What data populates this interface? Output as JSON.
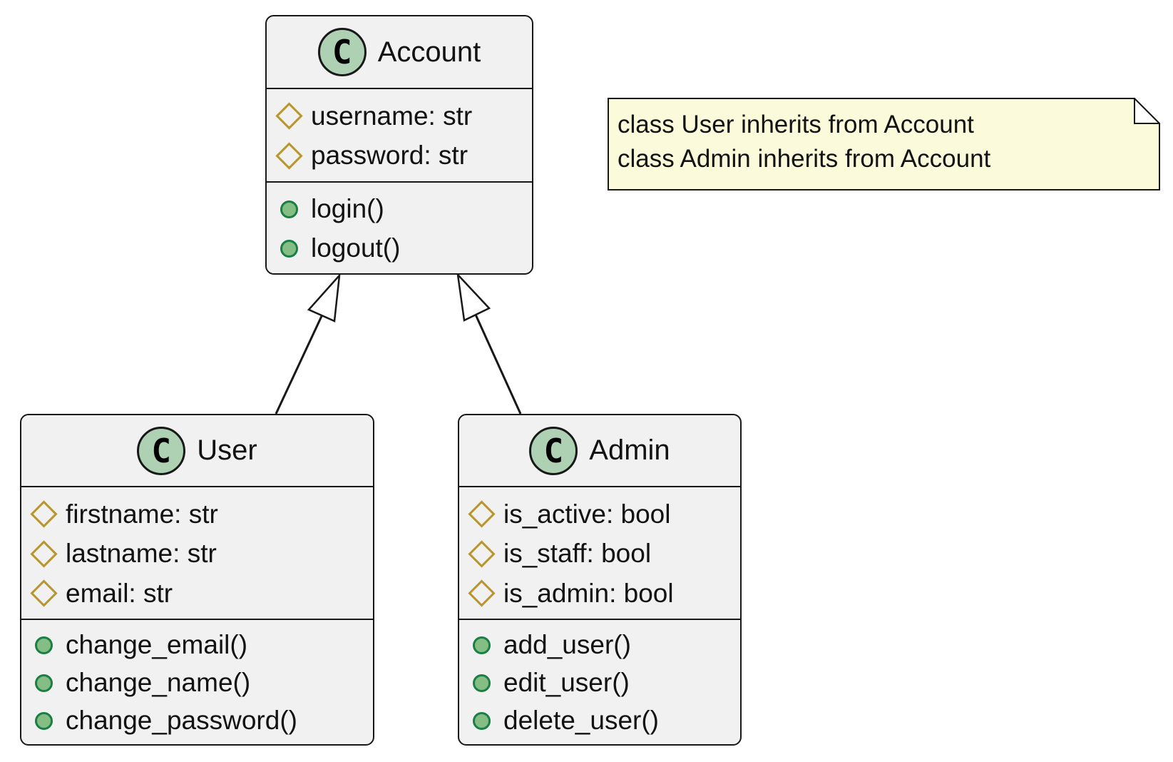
{
  "diagram": {
    "type": "uml-class-diagram",
    "background_color": "#FFFFFF",
    "colors": {
      "box_fill": "#F1F1F1",
      "box_border": "#181818",
      "class_badge_fill": "#ADD1B2",
      "field_diamond_stroke": "#B8952E",
      "method_circle_fill": "#84BE84",
      "method_circle_border": "#1B7E45",
      "note_fill": "#FBFBDB"
    },
    "classes": [
      {
        "badge": "C",
        "name": "Account",
        "attributes": [
          "username: str",
          "password: str"
        ],
        "methods": [
          "login()",
          "logout()"
        ]
      },
      {
        "badge": "C",
        "name": "User",
        "attributes": [
          "firstname: str",
          "lastname: str",
          "email: str"
        ],
        "methods": [
          "change_email()",
          "change_name()",
          "change_password()"
        ]
      },
      {
        "badge": "C",
        "name": "Admin",
        "attributes": [
          "is_active: bool",
          "is_staff: bool",
          "is_admin: bool"
        ],
        "methods": [
          "add_user()",
          "edit_user()",
          "delete_user()"
        ]
      }
    ],
    "note": {
      "lines": [
        "class User inherits from Account",
        "class Admin inherits from Account"
      ]
    },
    "relations": [
      {
        "from": "User",
        "to": "Account",
        "type": "inheritance"
      },
      {
        "from": "Admin",
        "to": "Account",
        "type": "inheritance"
      }
    ],
    "icons": {
      "class_badge": "class-badge-icon",
      "field": "field-diamond-icon",
      "public_method": "public-method-icon"
    }
  }
}
